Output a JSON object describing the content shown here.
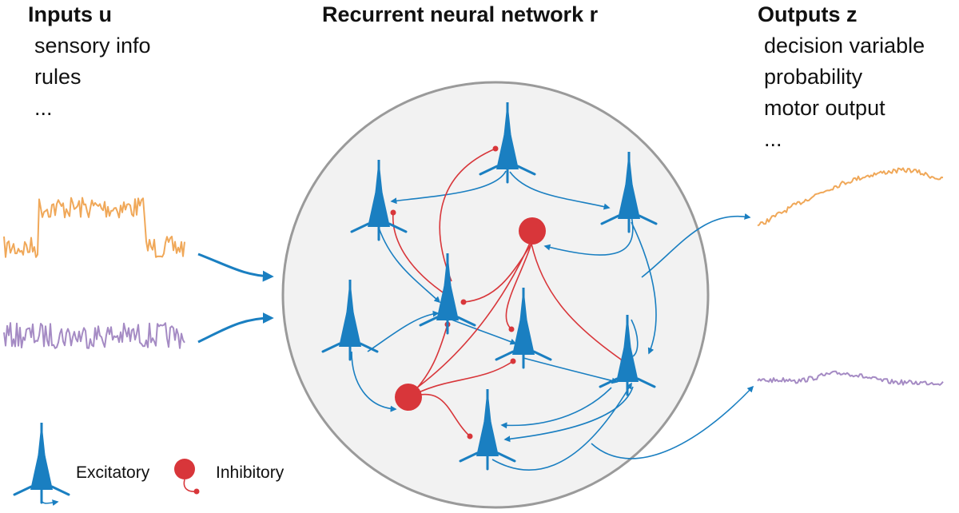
{
  "inputs": {
    "heading": "Inputs u",
    "items": [
      "sensory info",
      "rules",
      "..."
    ]
  },
  "network": {
    "heading": "Recurrent neural network r"
  },
  "outputs": {
    "heading": "Outputs z",
    "items": [
      "decision variable",
      "probability",
      "motor output",
      "..."
    ]
  },
  "legend": {
    "excitatory_label": "Excitatory",
    "inhibitory_label": "Inhibitory"
  },
  "colors": {
    "excitatory": "#1a7fc1",
    "inhibitory": "#d8363a",
    "trace_orange": "#f0a859",
    "trace_purple": "#a58bc4",
    "circle_fill": "#f2f2f2",
    "circle_stroke": "#9a9a9a"
  }
}
